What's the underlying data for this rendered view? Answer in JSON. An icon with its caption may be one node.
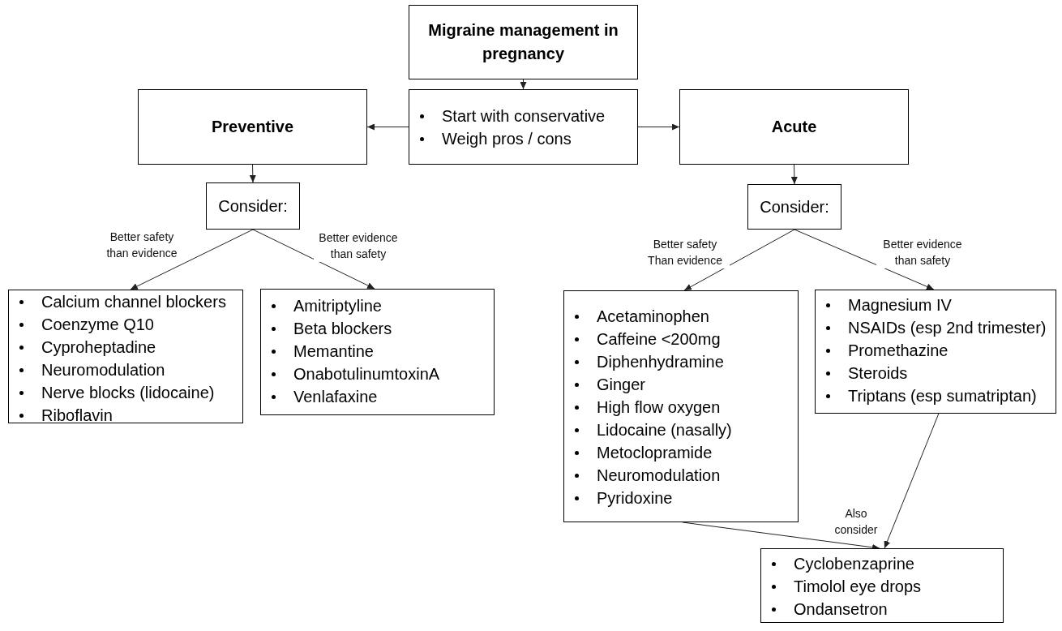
{
  "diagram": {
    "nodes": [
      {
        "text": [
          "Migraine management in pregnancy"
        ]
      },
      {
        "text": [
          "Start with conservative",
          "Weigh pros / cons"
        ]
      },
      {
        "text": [
          "Preventive"
        ]
      },
      {
        "text": [
          "Acute"
        ]
      },
      {
        "text": [
          "Consider:"
        ]
      },
      {
        "text": [
          "Consider:"
        ]
      },
      {
        "text": [
          "Calcium channel blockers",
          "Coenzyme Q10",
          "Cyproheptadine",
          "Neuromodulation",
          "Nerve blocks (lidocaine)",
          "Riboflavin"
        ]
      },
      {
        "text": [
          "Amitriptyline",
          "Beta blockers",
          "Memantine",
          "OnabotulinumtoxinA",
          "Venlafaxine"
        ]
      },
      {
        "text": [
          "Acetaminophen",
          "Caffeine <200mg",
          "Diphenhydramine",
          "Ginger",
          "High flow oxygen",
          "Lidocaine (nasally)",
          "Metoclopramide",
          "Neuromodulation",
          "Pyridoxine"
        ]
      },
      {
        "text": [
          "Magnesium IV",
          "NSAIDs (esp 2nd trimester)",
          "Promethazine",
          "Steroids",
          "Triptans (esp sumatriptan)"
        ]
      },
      {
        "text": [
          "Cyclobenzaprine",
          "Timolol eye drops",
          "Ondansetron"
        ]
      }
    ],
    "edges": [
      {
        "from": 0,
        "to": 1,
        "arrow": "to"
      },
      {
        "from": 1,
        "to": 2,
        "arrow": "to"
      },
      {
        "from": 1,
        "to": 3,
        "arrow": "to"
      },
      {
        "from": 2,
        "to": 4,
        "arrow": "to"
      },
      {
        "from": 3,
        "to": 5,
        "arrow": "to"
      },
      {
        "from": 4,
        "to": 6,
        "arrow": "to",
        "label": "Better safety than evidence"
      },
      {
        "from": 4,
        "to": 7,
        "arrow": "to",
        "label": "Better evidence than safety"
      },
      {
        "from": 5,
        "to": 8,
        "arrow": "to",
        "label": "Better safety Than evidence"
      },
      {
        "from": 5,
        "to": 9,
        "arrow": "to",
        "label": "Better evidence than safety"
      },
      {
        "from": 8,
        "to": 10,
        "arrow": "to"
      },
      {
        "from": 9,
        "to": 10,
        "arrow": "to",
        "label": "Also consider"
      }
    ]
  }
}
